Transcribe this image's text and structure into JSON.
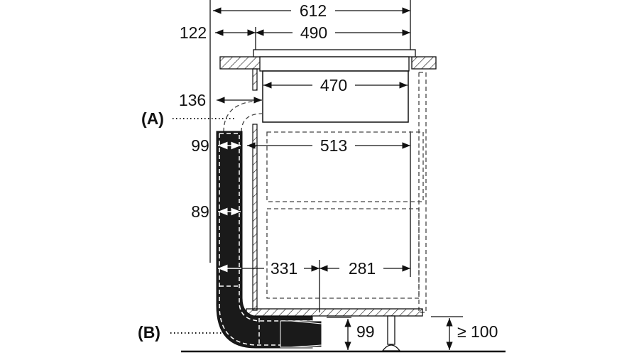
{
  "dimensions": {
    "overall_width": "612",
    "hob_width": "490",
    "left_offset_top": "122",
    "body_width": "470",
    "duct_offset": "136",
    "duct_width": "99",
    "cabinet_depth": "513",
    "duct_depth": "89",
    "duct_to_mid": "331",
    "mid_to_back": "281",
    "plinth_duct_height": "99",
    "plinth_height": "≥ 100"
  },
  "labels": {
    "a": "(A)",
    "b": "(B)"
  }
}
